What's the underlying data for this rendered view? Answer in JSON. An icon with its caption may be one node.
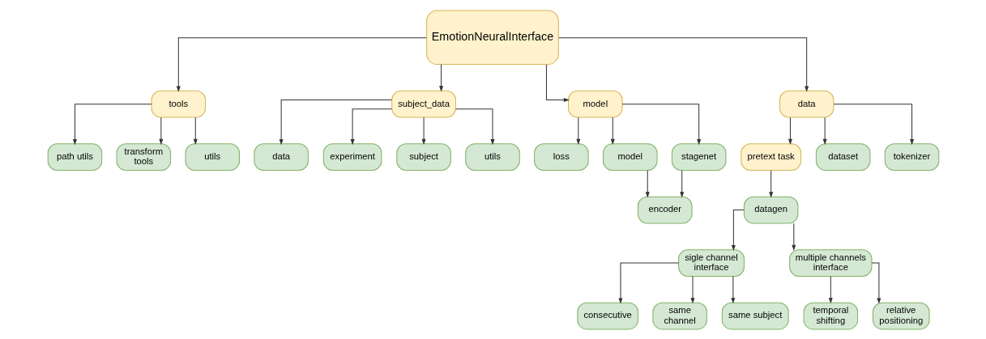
{
  "diagram": {
    "nodes": [
      {
        "text": [
          "EmotionNeuralInterface"
        ]
      },
      {
        "text": [
          "tools"
        ]
      },
      {
        "text": [
          "subject_data"
        ]
      },
      {
        "text": [
          "model"
        ]
      },
      {
        "text": [
          "data"
        ]
      },
      {
        "text": [
          "path utils"
        ]
      },
      {
        "text": [
          "transform tools"
        ]
      },
      {
        "text": [
          "utils"
        ]
      },
      {
        "text": [
          "data"
        ]
      },
      {
        "text": [
          "experiment"
        ]
      },
      {
        "text": [
          "subject"
        ]
      },
      {
        "text": [
          "utils"
        ]
      },
      {
        "text": [
          "loss"
        ]
      },
      {
        "text": [
          "model"
        ]
      },
      {
        "text": [
          "stagenet"
        ]
      },
      {
        "text": [
          "pretext task"
        ]
      },
      {
        "text": [
          "dataset"
        ]
      },
      {
        "text": [
          "tokenizer"
        ]
      },
      {
        "text": [
          "encoder"
        ]
      },
      {
        "text": [
          "datagen"
        ]
      },
      {
        "text": [
          "sigle channel interface"
        ]
      },
      {
        "text": [
          "multiple channels interface"
        ]
      },
      {
        "text": [
          "consecutive"
        ]
      },
      {
        "text": [
          "same channel"
        ]
      },
      {
        "text": [
          "same subject"
        ]
      },
      {
        "text": [
          "temporal shifting"
        ]
      },
      {
        "text": [
          "relative positioning"
        ]
      }
    ],
    "edges": [
      {
        "from": 0,
        "to": 1,
        "arrow": "to"
      },
      {
        "from": 0,
        "to": 2,
        "arrow": "to"
      },
      {
        "from": 0,
        "to": 3,
        "arrow": "to"
      },
      {
        "from": 0,
        "to": 4,
        "arrow": "to"
      },
      {
        "from": 1,
        "to": 5,
        "arrow": "to"
      },
      {
        "from": 1,
        "to": 6,
        "arrow": "to"
      },
      {
        "from": 1,
        "to": 7,
        "arrow": "to"
      },
      {
        "from": 2,
        "to": 8,
        "arrow": "to"
      },
      {
        "from": 2,
        "to": 9,
        "arrow": "to"
      },
      {
        "from": 2,
        "to": 10,
        "arrow": "to"
      },
      {
        "from": 2,
        "to": 11,
        "arrow": "to"
      },
      {
        "from": 3,
        "to": 12,
        "arrow": "to"
      },
      {
        "from": 3,
        "to": 13,
        "arrow": "to"
      },
      {
        "from": 3,
        "to": 14,
        "arrow": "to"
      },
      {
        "from": 4,
        "to": 15,
        "arrow": "to"
      },
      {
        "from": 4,
        "to": 16,
        "arrow": "to"
      },
      {
        "from": 4,
        "to": 17,
        "arrow": "to"
      },
      {
        "from": 13,
        "to": 18,
        "arrow": "to"
      },
      {
        "from": 14,
        "to": 18,
        "arrow": "to"
      },
      {
        "from": 15,
        "to": 19,
        "arrow": "to"
      },
      {
        "from": 19,
        "to": 20,
        "arrow": "to"
      },
      {
        "from": 19,
        "to": 21,
        "arrow": "to"
      },
      {
        "from": 20,
        "to": 22,
        "arrow": "to"
      },
      {
        "from": 20,
        "to": 23,
        "arrow": "to"
      },
      {
        "from": 20,
        "to": 24,
        "arrow": "to"
      },
      {
        "from": 21,
        "to": 25,
        "arrow": "to"
      },
      {
        "from": 21,
        "to": 26,
        "arrow": "to"
      }
    ]
  }
}
